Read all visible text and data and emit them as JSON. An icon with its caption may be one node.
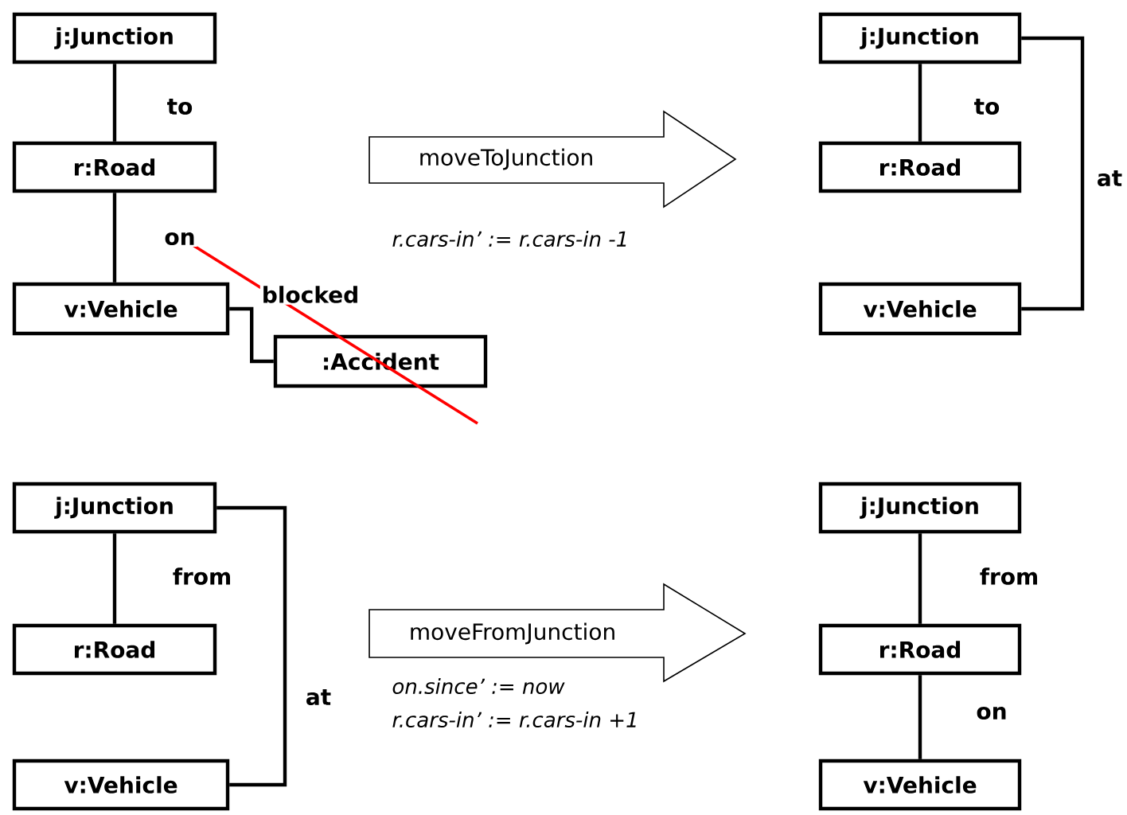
{
  "diagram": {
    "nodes": [
      {
        "text": [
          "j:Junction"
        ]
      },
      {
        "text": [
          "r:Road"
        ]
      },
      {
        "text": [
          "v:Vehicle"
        ]
      },
      {
        "text": [
          ":Accident"
        ]
      },
      {
        "text": [
          "moveToJunction"
        ],
        "beside": [
          "r.cars-in’ := r.cars-in -1"
        ]
      },
      {
        "text": [
          "j:Junction"
        ]
      },
      {
        "text": [
          "r:Road"
        ]
      },
      {
        "text": [
          "v:Vehicle"
        ]
      },
      {
        "text": [
          "j:Junction"
        ]
      },
      {
        "text": [
          "r:Road"
        ]
      },
      {
        "text": [
          "v:Vehicle"
        ]
      },
      {
        "text": [
          "moveFromJunction"
        ],
        "beside": [
          "on.since’ := now",
          "r.cars-in’ := r.cars-in +1"
        ]
      },
      {
        "text": [
          "j:Junction"
        ]
      },
      {
        "text": [
          "r:Road"
        ]
      },
      {
        "text": [
          "v:Vehicle"
        ]
      }
    ],
    "edges": [
      {
        "from": 0,
        "to": 1,
        "arrow": "none",
        "label": "to"
      },
      {
        "from": 1,
        "to": 2,
        "arrow": "none",
        "label": "on"
      },
      {
        "from": 2,
        "to": 3,
        "arrow": "none",
        "label": "blocked"
      },
      {
        "from": 5,
        "to": 6,
        "arrow": "none",
        "label": "to"
      },
      {
        "from": 5,
        "to": 7,
        "arrow": "none",
        "label": "at"
      },
      {
        "from": 8,
        "to": 9,
        "arrow": "none",
        "label": "from"
      },
      {
        "from": 8,
        "to": 10,
        "arrow": "none",
        "label": "at"
      },
      {
        "from": 12,
        "to": 13,
        "arrow": "none",
        "label": "from"
      },
      {
        "from": 13,
        "to": 14,
        "arrow": "none",
        "label": "on"
      }
    ]
  }
}
